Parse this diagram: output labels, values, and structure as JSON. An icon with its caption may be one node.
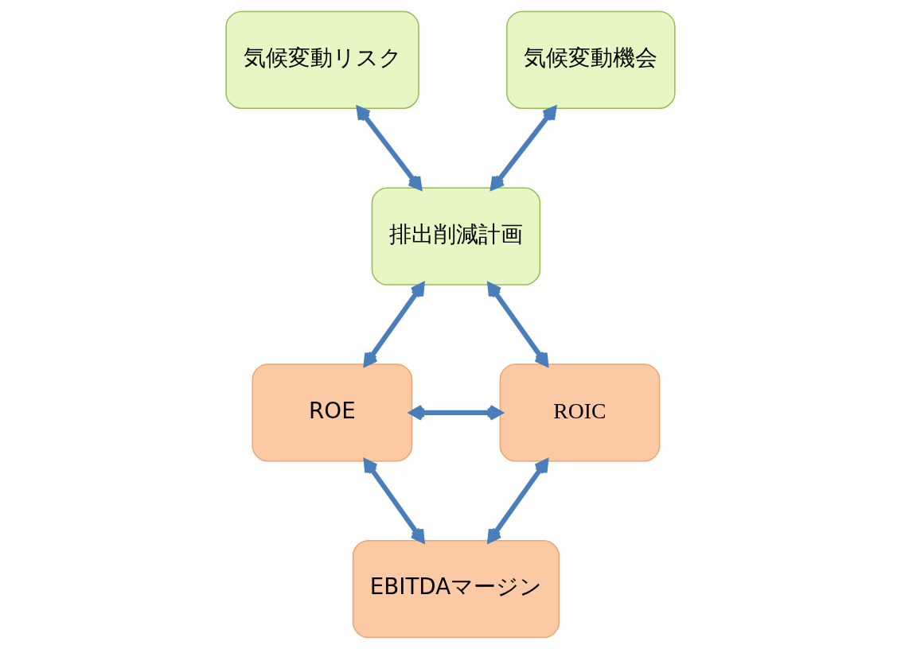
{
  "diagram": {
    "nodes": [
      {
        "text": [
          "気候変動リスク"
        ]
      },
      {
        "text": [
          "気候変動機会"
        ]
      },
      {
        "text": [
          "排出削減計画"
        ]
      },
      {
        "text": [
          "ROE"
        ]
      },
      {
        "text": [
          "ROIC"
        ]
      },
      {
        "text": [
          "EBITDAマージン"
        ]
      }
    ],
    "edges": [
      {
        "from": 0,
        "to": 2,
        "arrow": "both"
      },
      {
        "from": 1,
        "to": 2,
        "arrow": "both"
      },
      {
        "from": 2,
        "to": 3,
        "arrow": "both"
      },
      {
        "from": 2,
        "to": 4,
        "arrow": "both"
      },
      {
        "from": 3,
        "to": 4,
        "arrow": "both"
      },
      {
        "from": 3,
        "to": 5,
        "arrow": "both"
      },
      {
        "from": 4,
        "to": 5,
        "arrow": "both"
      }
    ]
  }
}
